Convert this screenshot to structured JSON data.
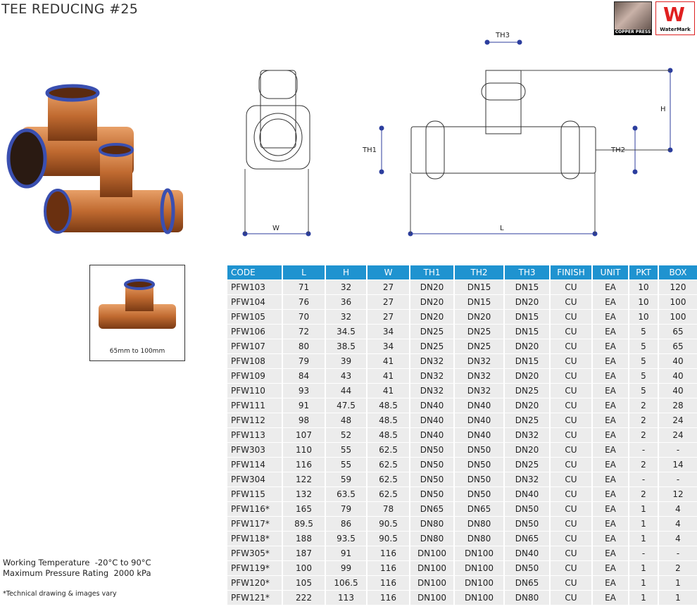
{
  "title": "TEE REDUCING #25",
  "logos": {
    "copper_press": "COPPER PRESS",
    "watermark": "WaterMark"
  },
  "thumbnail_caption": "65mm to 100mm",
  "drawing_labels": {
    "th3": "TH3",
    "h": "H",
    "th1": "TH1",
    "th2": "TH2",
    "w": "W",
    "l": "L"
  },
  "colors": {
    "header": "#1f93d0",
    "row": "#ececec",
    "dim": "#2c3e9e"
  },
  "table": {
    "headers": [
      "CODE",
      "L",
      "H",
      "W",
      "TH1",
      "TH2",
      "TH3",
      "FINISH",
      "UNIT",
      "PKT",
      "BOX"
    ],
    "rows": [
      [
        "PFW103",
        "71",
        "32",
        "27",
        "DN20",
        "DN15",
        "DN15",
        "CU",
        "EA",
        "10",
        "120"
      ],
      [
        "PFW104",
        "76",
        "36",
        "27",
        "DN20",
        "DN15",
        "DN20",
        "CU",
        "EA",
        "10",
        "100"
      ],
      [
        "PFW105",
        "70",
        "32",
        "27",
        "DN20",
        "DN20",
        "DN15",
        "CU",
        "EA",
        "10",
        "100"
      ],
      [
        "PFW106",
        "72",
        "34.5",
        "34",
        "DN25",
        "DN25",
        "DN15",
        "CU",
        "EA",
        "5",
        "65"
      ],
      [
        "PFW107",
        "80",
        "38.5",
        "34",
        "DN25",
        "DN25",
        "DN20",
        "CU",
        "EA",
        "5",
        "65"
      ],
      [
        "PFW108",
        "79",
        "39",
        "41",
        "DN32",
        "DN32",
        "DN15",
        "CU",
        "EA",
        "5",
        "40"
      ],
      [
        "PFW109",
        "84",
        "43",
        "41",
        "DN32",
        "DN32",
        "DN20",
        "CU",
        "EA",
        "5",
        "40"
      ],
      [
        "PFW110",
        "93",
        "44",
        "41",
        "DN32",
        "DN32",
        "DN25",
        "CU",
        "EA",
        "5",
        "40"
      ],
      [
        "PFW111",
        "91",
        "47.5",
        "48.5",
        "DN40",
        "DN40",
        "DN20",
        "CU",
        "EA",
        "2",
        "28"
      ],
      [
        "PFW112",
        "98",
        "48",
        "48.5",
        "DN40",
        "DN40",
        "DN25",
        "CU",
        "EA",
        "2",
        "24"
      ],
      [
        "PFW113",
        "107",
        "52",
        "48.5",
        "DN40",
        "DN40",
        "DN32",
        "CU",
        "EA",
        "2",
        "24"
      ],
      [
        "PFW303",
        "110",
        "55",
        "62.5",
        "DN50",
        "DN50",
        "DN20",
        "CU",
        "EA",
        "-",
        "-"
      ],
      [
        "PFW114",
        "116",
        "55",
        "62.5",
        "DN50",
        "DN50",
        "DN25",
        "CU",
        "EA",
        "2",
        "14"
      ],
      [
        "PFW304",
        "122",
        "59",
        "62.5",
        "DN50",
        "DN50",
        "DN32",
        "CU",
        "EA",
        "-",
        "-"
      ],
      [
        "PFW115",
        "132",
        "63.5",
        "62.5",
        "DN50",
        "DN50",
        "DN40",
        "CU",
        "EA",
        "2",
        "12"
      ],
      [
        "PFW116*",
        "165",
        "79",
        "78",
        "DN65",
        "DN65",
        "DN50",
        "CU",
        "EA",
        "1",
        "4"
      ],
      [
        "PFW117*",
        "89.5",
        "86",
        "90.5",
        "DN80",
        "DN80",
        "DN50",
        "CU",
        "EA",
        "1",
        "4"
      ],
      [
        "PFW118*",
        "188",
        "93.5",
        "90.5",
        "DN80",
        "DN80",
        "DN65",
        "CU",
        "EA",
        "1",
        "4"
      ],
      [
        "PFW305*",
        "187",
        "91",
        "116",
        "DN100",
        "DN100",
        "DN40",
        "CU",
        "EA",
        "-",
        "-"
      ],
      [
        "PFW119*",
        "100",
        "99",
        "116",
        "DN100",
        "DN100",
        "DN50",
        "CU",
        "EA",
        "1",
        "2"
      ],
      [
        "PFW120*",
        "105",
        "106.5",
        "116",
        "DN100",
        "DN100",
        "DN65",
        "CU",
        "EA",
        "1",
        "1"
      ],
      [
        "PFW121*",
        "222",
        "113",
        "116",
        "DN100",
        "DN100",
        "DN80",
        "CU",
        "EA",
        "1",
        "1"
      ]
    ]
  },
  "notes": {
    "temp": "Working Temperature  -20°C to 90°C",
    "pressure": "Maximum Pressure Rating  2000 kPa",
    "footnote": "*Technical drawing & images vary"
  }
}
